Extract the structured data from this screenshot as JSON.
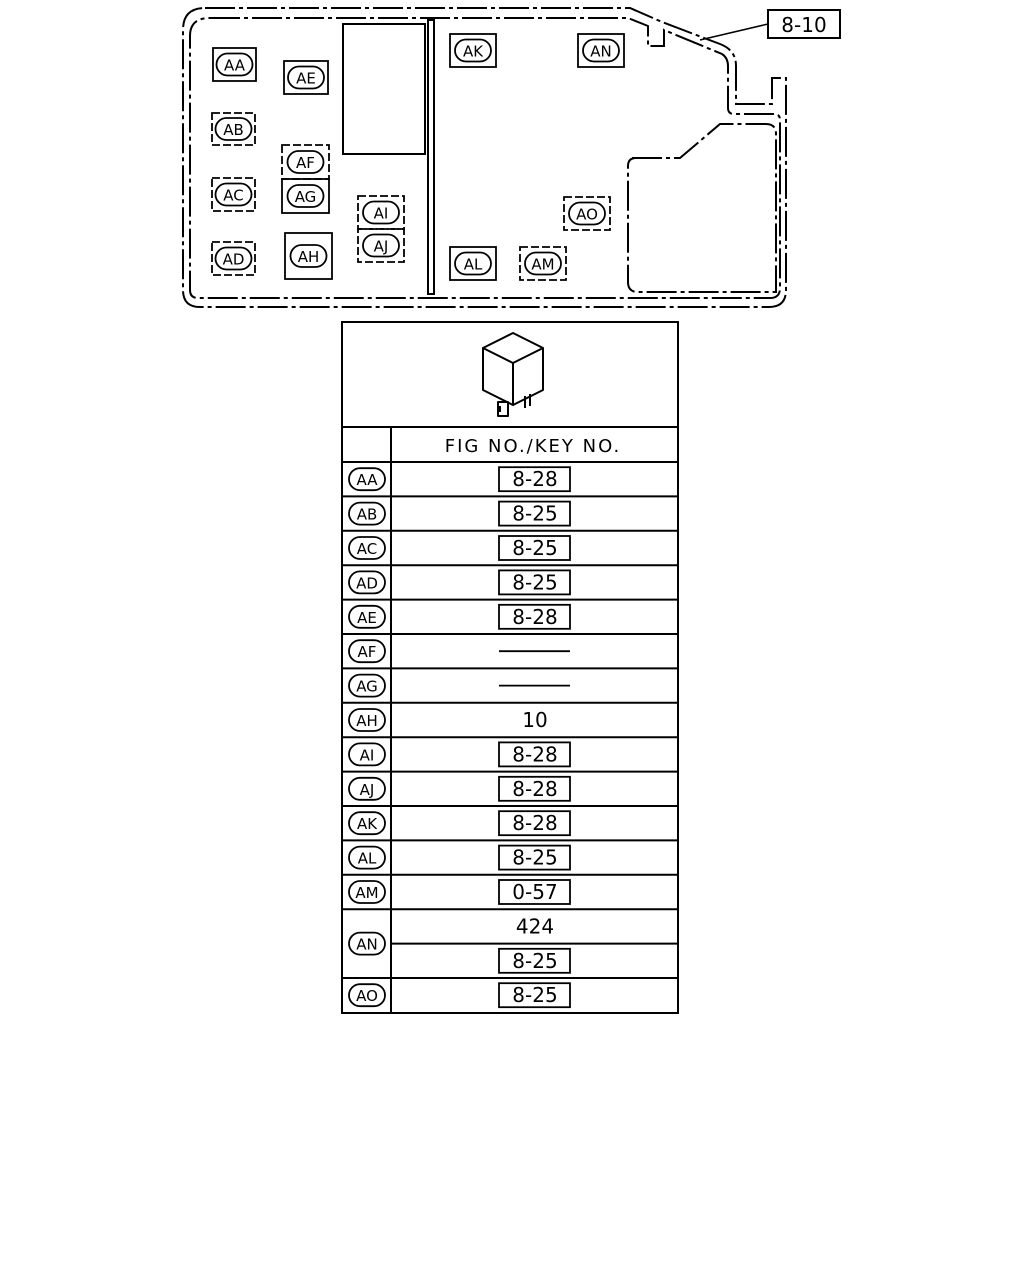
{
  "diagram": {
    "ref_label": "8-10",
    "locations": [
      {
        "key": "AA"
      },
      {
        "key": "AB"
      },
      {
        "key": "AC"
      },
      {
        "key": "AD"
      },
      {
        "key": "AE"
      },
      {
        "key": "AF"
      },
      {
        "key": "AG"
      },
      {
        "key": "AH"
      },
      {
        "key": "AI"
      },
      {
        "key": "AJ"
      },
      {
        "key": "AK"
      },
      {
        "key": "AL"
      },
      {
        "key": "AM"
      },
      {
        "key": "AN"
      },
      {
        "key": "AO"
      }
    ]
  },
  "table": {
    "header": "FIG NO./KEY NO.",
    "relay_icon": "relay-icon",
    "rows": [
      {
        "key": "AA",
        "values": [
          {
            "text": "8-28",
            "boxed": true
          }
        ]
      },
      {
        "key": "AB",
        "values": [
          {
            "text": "8-25",
            "boxed": true
          }
        ]
      },
      {
        "key": "AC",
        "values": [
          {
            "text": "8-25",
            "boxed": true
          }
        ]
      },
      {
        "key": "AD",
        "values": [
          {
            "text": "8-25",
            "boxed": true
          }
        ]
      },
      {
        "key": "AE",
        "values": [
          {
            "text": "8-28",
            "boxed": true
          }
        ]
      },
      {
        "key": "AF",
        "values": [
          {
            "text": "",
            "dash": true
          }
        ]
      },
      {
        "key": "AG",
        "values": [
          {
            "text": "",
            "dash": true
          }
        ]
      },
      {
        "key": "AH",
        "values": [
          {
            "text": "10",
            "boxed": false
          }
        ]
      },
      {
        "key": "AI",
        "values": [
          {
            "text": "8-28",
            "boxed": true
          }
        ]
      },
      {
        "key": "AJ",
        "values": [
          {
            "text": "8-28",
            "boxed": true
          }
        ]
      },
      {
        "key": "AK",
        "values": [
          {
            "text": "8-28",
            "boxed": true
          }
        ]
      },
      {
        "key": "AL",
        "values": [
          {
            "text": "8-25",
            "boxed": true
          }
        ]
      },
      {
        "key": "AM",
        "values": [
          {
            "text": "0-57",
            "boxed": true
          }
        ]
      },
      {
        "key": "AN",
        "values": [
          {
            "text": "424",
            "boxed": false
          },
          {
            "text": "8-25",
            "boxed": true
          }
        ]
      },
      {
        "key": "AO",
        "values": [
          {
            "text": "8-25",
            "boxed": true
          }
        ]
      }
    ]
  }
}
